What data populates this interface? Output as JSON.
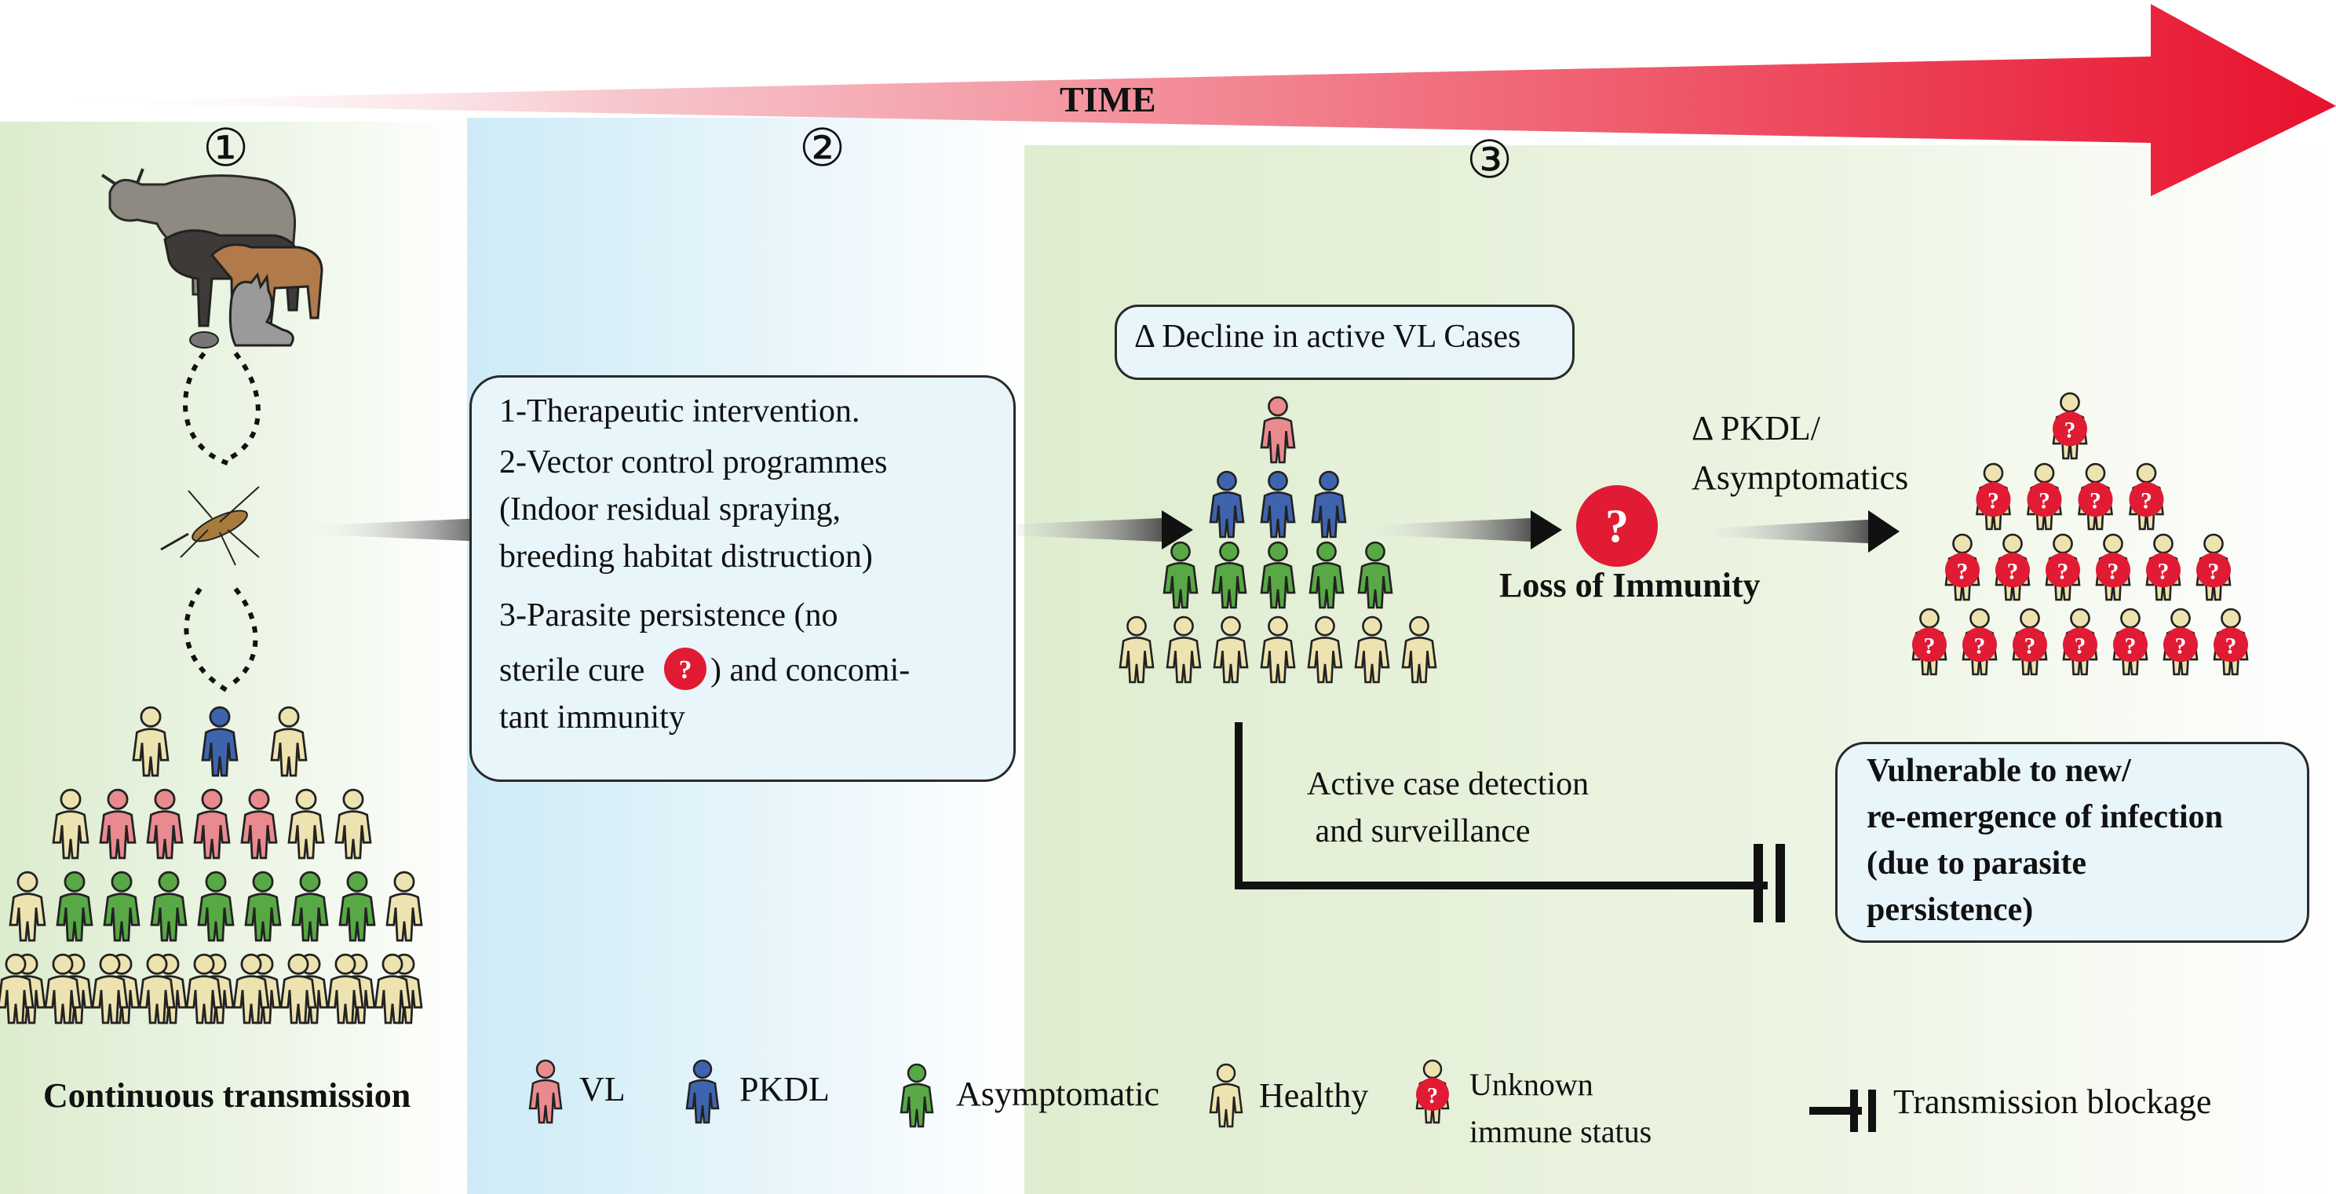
{
  "time_label": "TIME",
  "stages": [
    "①",
    "②",
    "③"
  ],
  "interventions": [
    "1-Therapeutic intervention.",
    "2-Vector control programmes",
    "(Indoor residual spraying,",
    "breeding habitat distruction)",
    "3-Parasite persistence (no",
    "sterile cure",
    ") and concomi-",
    "tant immunity"
  ],
  "decline_label": "Δ Decline in  active VL Cases",
  "pkdl_label": [
    "Δ PKDL/",
    "Asymptomatics"
  ],
  "loss_label": "Loss of Immunity",
  "detection_label": [
    "Active case detection",
    " and surveillance"
  ],
  "vulnerable_label": [
    "Vulnerable to new/",
    "re-emergence of infection",
    "(due to parasite",
    "persistence)"
  ],
  "continuous_label": "Continuous transmission",
  "legend": {
    "vl": "VL",
    "pkdl": "PKDL",
    "asymptomatic": "Asymptomatic",
    "healthy": "Healthy",
    "unknown": [
      "Unknown",
      "immune status"
    ],
    "blockage": "Transmission blockage"
  },
  "question_mark": "?",
  "colors": {
    "vl": "#e88a8e",
    "pkdl": "#3f64ae",
    "asymptomatic": "#58a845",
    "healthy": "#ede3b0",
    "unknown": "#e01b33",
    "arrow_red": "#e8112d",
    "stage1_bg": "#e2efd6",
    "stage2_bg": "#d2eef8",
    "stage3_bg": "#e6f1da",
    "box_bg": "#e8f5fa"
  },
  "icons": [
    "cattle-icon",
    "dog-icon",
    "cat-icon",
    "rodent-icon",
    "sandfly-icon",
    "person-icon"
  ]
}
